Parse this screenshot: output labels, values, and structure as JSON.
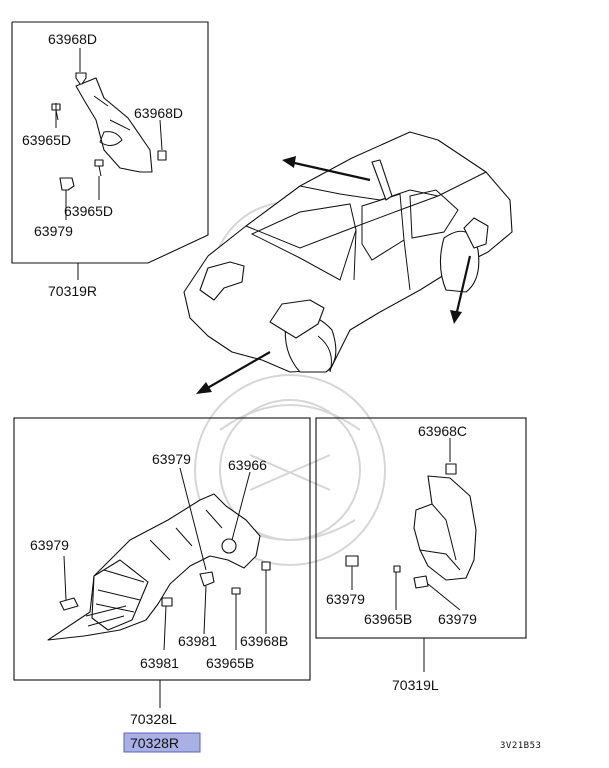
{
  "top_left": {
    "labels": [
      "63968D",
      "63968D",
      "63965D",
      "63965D",
      "63979"
    ],
    "assembly": "70319R"
  },
  "bottom_left": {
    "labels": [
      "63979",
      "63966",
      "63979",
      "63981",
      "63968B",
      "63981",
      "63965B"
    ],
    "assembly_1": "70328L",
    "assembly_2": "70328R"
  },
  "bottom_right": {
    "labels": [
      "63968C",
      "63979",
      "63965B",
      "63979"
    ],
    "assembly": "70319L"
  },
  "footer_code": "3V21B53",
  "highlight_color": "#a9b0e4"
}
